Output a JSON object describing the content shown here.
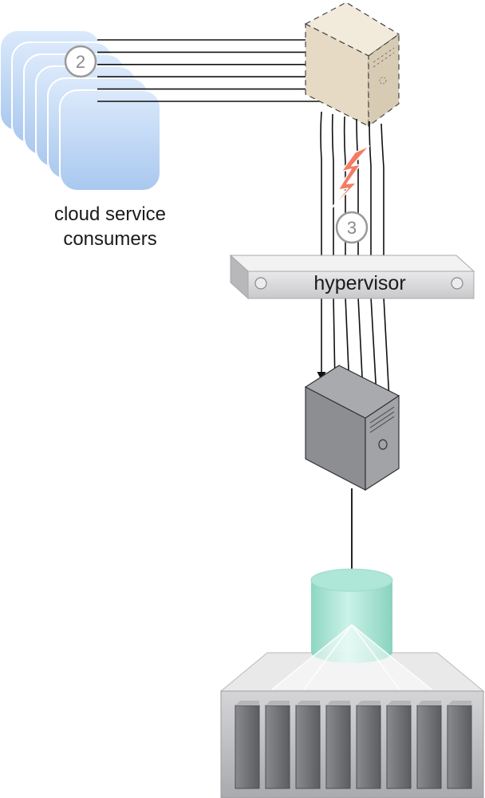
{
  "consumers": {
    "label_line1": "cloud service",
    "label_line2": "consumers",
    "count": 6
  },
  "steps": {
    "consumer_requests": "2",
    "hypervisor_overload": "3"
  },
  "hypervisor": {
    "label": "hypervisor"
  },
  "request_arrows": {
    "count": 6
  },
  "icons": {
    "virtual_server": "virtual-server-icon",
    "physical_server": "physical-server-icon",
    "storage": "storage-icon",
    "storage_array": "storage-array-icon",
    "failure": "lightning-bolt-icon"
  },
  "colors": {
    "consumer_fill": "#c4dbf5",
    "virtual_server_fill": "#e8dcc6",
    "physical_server_fill": "#8d8e92",
    "hypervisor_fill": "#dcdcde",
    "storage_fill": "#8fdcc8",
    "lightning": "#f47c64"
  }
}
